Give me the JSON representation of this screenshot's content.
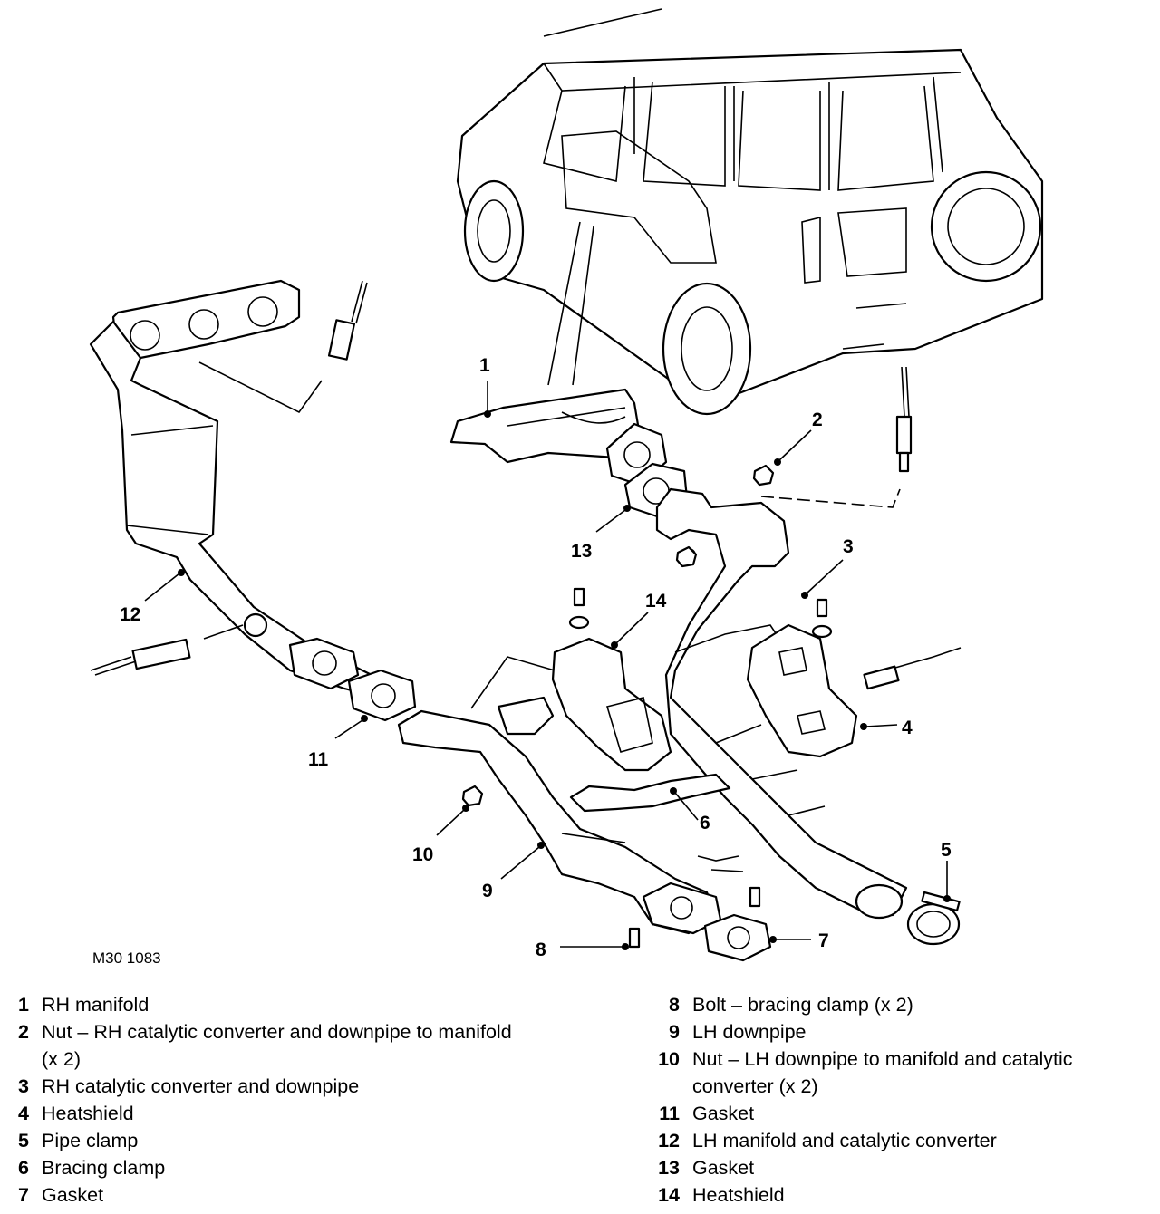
{
  "figure_code": "M30 1083",
  "callouts": [
    "1",
    "2",
    "3",
    "4",
    "5",
    "6",
    "7",
    "8",
    "9",
    "10",
    "11",
    "12",
    "13",
    "14"
  ],
  "legend": {
    "left": [
      {
        "num": "1",
        "text": "RH manifold"
      },
      {
        "num": "2",
        "text": "Nut – RH catalytic converter and downpipe to manifold (x 2)"
      },
      {
        "num": "3",
        "text": "RH catalytic converter and downpipe"
      },
      {
        "num": "4",
        "text": "Heatshield"
      },
      {
        "num": "5",
        "text": "Pipe clamp"
      },
      {
        "num": "6",
        "text": "Bracing clamp"
      },
      {
        "num": "7",
        "text": "Gasket"
      }
    ],
    "right": [
      {
        "num": "8",
        "text": "Bolt – bracing clamp (x 2)"
      },
      {
        "num": "9",
        "text": "LH downpipe"
      },
      {
        "num": "10",
        "text": "Nut – LH downpipe to manifold and catalytic converter (x 2)"
      },
      {
        "num": "11",
        "text": "Gasket"
      },
      {
        "num": "12",
        "text": "LH manifold and catalytic converter"
      },
      {
        "num": "13",
        "text": "Gasket"
      },
      {
        "num": "14",
        "text": "Heatshield"
      }
    ]
  }
}
